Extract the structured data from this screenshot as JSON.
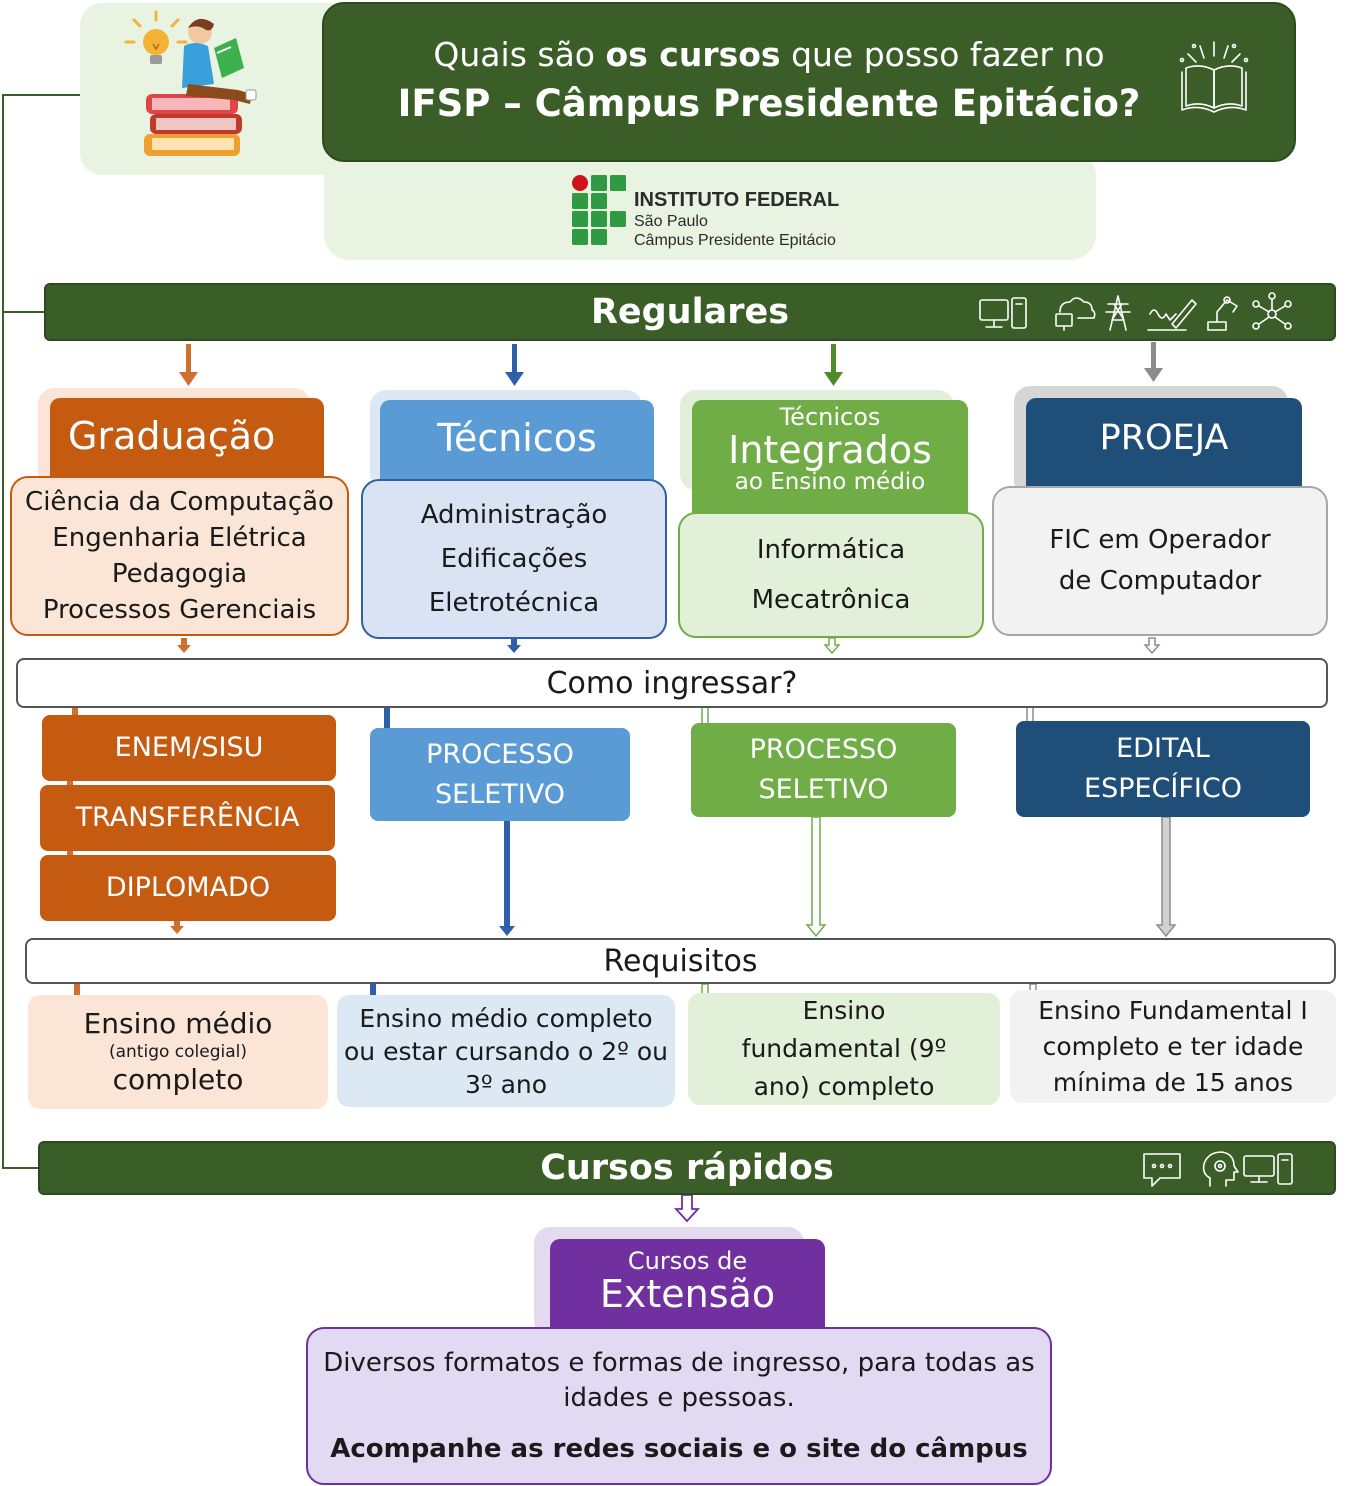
{
  "header": {
    "title_line1_pre": "Quais são ",
    "title_line1_bold": "os cursos",
    "title_line1_post": " que posso fazer no",
    "title_line2": "IFSP – Câmpus Presidente Epitácio?"
  },
  "logo": {
    "name": "INSTITUTO FEDERAL",
    "state": "São Paulo",
    "campus": "Câmpus Presidente Epitácio"
  },
  "regulares": {
    "title": "Regulares",
    "columns": [
      {
        "key": "graduacao",
        "header": "Graduação",
        "courses": [
          "Ciência da Computação",
          "Engenharia Elétrica",
          "Pedagogia",
          "Processos Gerenciais"
        ],
        "methods": [
          "ENEM/SISU",
          "TRANSFERÊNCIA",
          "DIPLOMADO"
        ],
        "requirement": {
          "line1": "Ensino médio",
          "small": "(antigo colegial)",
          "line2": "completo"
        }
      },
      {
        "key": "tecnicos",
        "header": "Técnicos",
        "courses": [
          "Administração",
          "Edificações",
          "Eletrotécnica"
        ],
        "method": {
          "line1": "PROCESSO",
          "line2": "SELETIVO"
        },
        "requirement": "Ensino médio completo ou estar cursando o 2º ou 3º ano"
      },
      {
        "key": "integrados",
        "header_top": "Técnicos",
        "header_main": "Integrados",
        "header_bottom": "ao Ensino médio",
        "courses": [
          "Informática",
          "Mecatrônica"
        ],
        "method": {
          "line1": "PROCESSO",
          "line2": "SELETIVO"
        },
        "requirement": "Ensino fundamental (9º ano) completo"
      },
      {
        "key": "proeja",
        "header": "PROEJA",
        "courses": [
          "FIC em Operador de Computador"
        ],
        "method": {
          "line1": "EDITAL",
          "line2": "ESPECÍFICO"
        },
        "requirement": "Ensino Fundamental I completo e ter idade mínima de 15 anos"
      }
    ]
  },
  "como_ingressar": "Como ingressar?",
  "requisitos": "Requisitos",
  "cursos_rapidos": {
    "title": "Cursos rápidos",
    "extensao": {
      "header_top": "Cursos de",
      "header_main": "Extensão",
      "desc": "Diversos formatos e formas de ingresso, para todas as idades e pessoas.",
      "note": "Acompanhe as redes sociais e o site do câmpus"
    }
  },
  "colors": {
    "dark_green": "#3b5e28",
    "orange": "#c55a11",
    "blue": "#5b9bd5",
    "green": "#70ad47",
    "navy": "#1f4e79",
    "purple": "#7030a0"
  },
  "icons": [
    "lightbulb-icon",
    "reader-illustration",
    "open-book-icon",
    "computer-icon",
    "cloud-icon",
    "power-tower-icon",
    "signature-icon",
    "robot-arm-icon",
    "network-icon",
    "chat-icon",
    "brain-gear-icon",
    "desktop-icon"
  ]
}
